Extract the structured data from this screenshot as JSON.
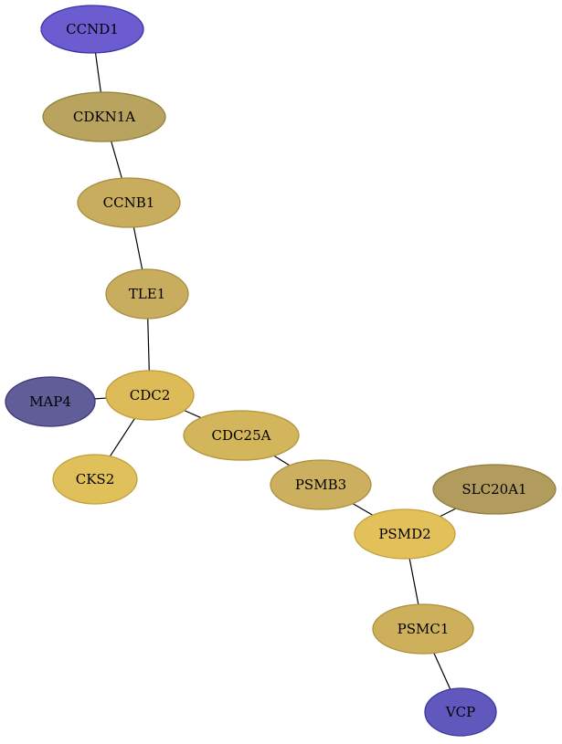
{
  "nodes": [
    {
      "id": "CCND1",
      "label": "CCND1",
      "fill": "#6b5dd0",
      "stroke": "#3b33aa"
    },
    {
      "id": "CDKN1A",
      "label": "CDKN1A",
      "fill": "#b8a35f",
      "stroke": "#94813f"
    },
    {
      "id": "CCNB1",
      "label": "CCNB1",
      "fill": "#c9ad5e",
      "stroke": "#a98d3e"
    },
    {
      "id": "TLE1",
      "label": "TLE1",
      "fill": "#c9ad5e",
      "stroke": "#a98d3e"
    },
    {
      "id": "MAP4",
      "label": "MAP4",
      "fill": "#605d98",
      "stroke": "#3d3a78"
    },
    {
      "id": "CDC2",
      "label": "CDC2",
      "fill": "#dcbb58",
      "stroke": "#bc9b38"
    },
    {
      "id": "CKS2",
      "label": "CKS2",
      "fill": "#e0c05a",
      "stroke": "#c0a03a"
    },
    {
      "id": "CDC25A",
      "label": "CDC25A",
      "fill": "#d3b55c",
      "stroke": "#b3953c"
    },
    {
      "id": "PSMB3",
      "label": "PSMB3",
      "fill": "#cdb05f",
      "stroke": "#ad903f"
    },
    {
      "id": "SLC20A1",
      "label": "SLC20A1",
      "fill": "#b29c5d",
      "stroke": "#927c3d"
    },
    {
      "id": "PSMD2",
      "label": "PSMD2",
      "fill": "#e2c15b",
      "stroke": "#c2a13b"
    },
    {
      "id": "PSMC1",
      "label": "PSMC1",
      "fill": "#ceb05c",
      "stroke": "#ae903c"
    },
    {
      "id": "VCP",
      "label": "VCP",
      "fill": "#6158be",
      "stroke": "#3e3698"
    }
  ],
  "edges": [
    {
      "source": "CCND1",
      "target": "CDKN1A"
    },
    {
      "source": "CDKN1A",
      "target": "CCNB1"
    },
    {
      "source": "CCNB1",
      "target": "TLE1"
    },
    {
      "source": "TLE1",
      "target": "CDC2"
    },
    {
      "source": "MAP4",
      "target": "CDC2"
    },
    {
      "source": "CDC2",
      "target": "CKS2"
    },
    {
      "source": "CDC2",
      "target": "CDC25A"
    },
    {
      "source": "CDC25A",
      "target": "PSMB3"
    },
    {
      "source": "PSMB3",
      "target": "PSMD2"
    },
    {
      "source": "SLC20A1",
      "target": "PSMD2"
    },
    {
      "source": "PSMD2",
      "target": "PSMC1"
    },
    {
      "source": "PSMC1",
      "target": "VCP"
    }
  ]
}
